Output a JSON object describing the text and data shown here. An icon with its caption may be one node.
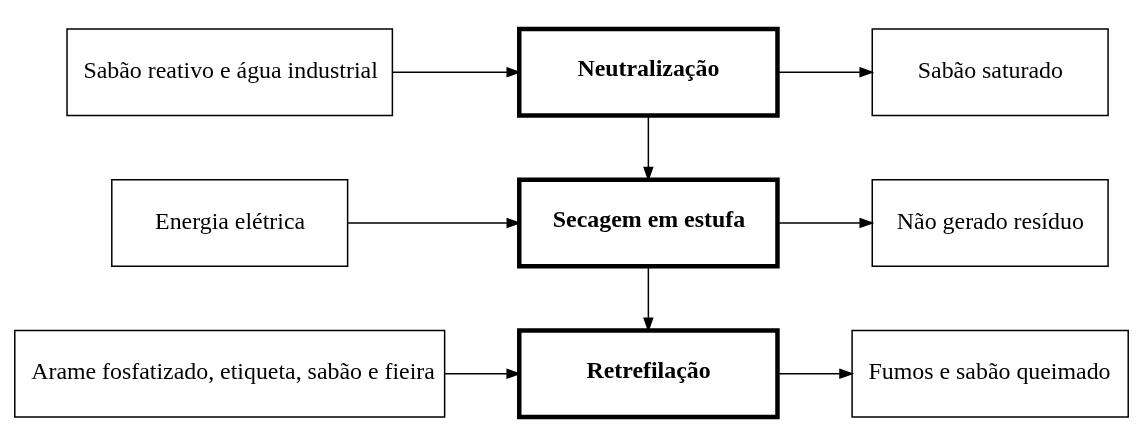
{
  "diagram": {
    "nodes": [
      {
        "text": [
          "Sabão reativo e água industrial"
        ]
      },
      {
        "text": [
          "Neutralização"
        ]
      },
      {
        "text": [
          "Sabão saturado"
        ]
      },
      {
        "text": [
          "Energia elétrica"
        ]
      },
      {
        "text": [
          "Secagem em estufa"
        ]
      },
      {
        "text": [
          "Não gerado resíduo"
        ]
      },
      {
        "text": [
          "Arame fosfatizado, etiqueta, sabão e fieira"
        ]
      },
      {
        "text": [
          "Retrefilação"
        ]
      },
      {
        "text": [
          "Fumos e sabão queimado"
        ]
      }
    ],
    "edges": [
      {
        "from": 0,
        "to": 1,
        "arrow": "to"
      },
      {
        "from": 1,
        "to": 2,
        "arrow": "to"
      },
      {
        "from": 1,
        "to": 4,
        "arrow": "to"
      },
      {
        "from": 3,
        "to": 4,
        "arrow": "to"
      },
      {
        "from": 4,
        "to": 5,
        "arrow": "to"
      },
      {
        "from": 4,
        "to": 7,
        "arrow": "to"
      },
      {
        "from": 6,
        "to": 7,
        "arrow": "to"
      },
      {
        "from": 7,
        "to": 8,
        "arrow": "to"
      }
    ]
  }
}
